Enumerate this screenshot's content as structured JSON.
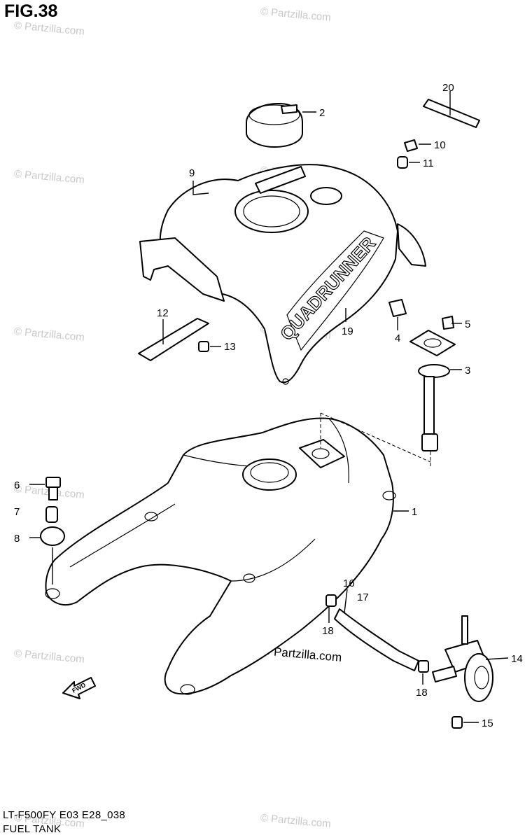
{
  "figure_title": "FIG.38",
  "footer": {
    "model_code": "LT-F500FY E03 E28_038",
    "assembly_name": "FUEL TANK"
  },
  "watermark": {
    "text": "© Partzilla.com",
    "center_text": "© Partzilla.com"
  },
  "decal_text": "QUADRUNNER",
  "arrow_text": "FWD",
  "callouts": {
    "p1": "1",
    "p2": "2",
    "p3": "3",
    "p4": "4",
    "p5": "5",
    "p6": "6",
    "p7": "7",
    "p8": "8",
    "p9": "9",
    "p10": "10",
    "p11": "11",
    "p12": "12",
    "p13": "13",
    "p14": "14",
    "p15": "15",
    "p16": "16",
    "p17": "17",
    "p18a": "18",
    "p18b": "18",
    "p19": "19",
    "p20": "20"
  }
}
